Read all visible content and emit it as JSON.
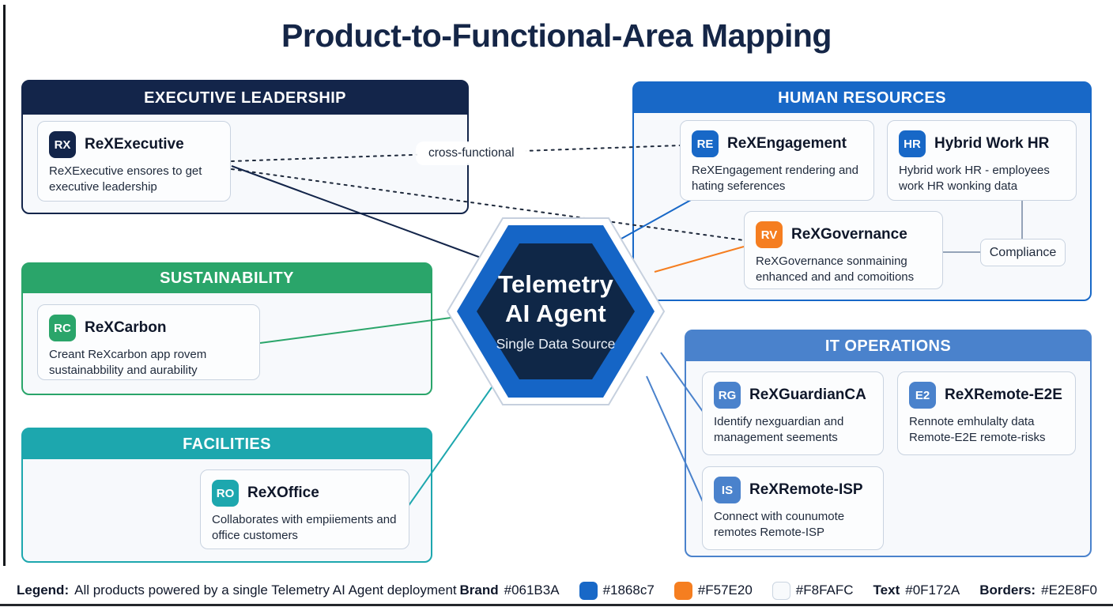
{
  "title": "Product-to-Functional-Area Mapping",
  "center_node": {
    "line1": "Telemetry",
    "line2": "AI Agent",
    "subtitle": "Single Data Source"
  },
  "connector_label": "cross-functional",
  "areas": {
    "executive": {
      "label": "EXECUTIVE LEADERSHIP",
      "color": "#13254A"
    },
    "human_resources": {
      "label": "HUMAN RESOURCES",
      "color": "#1868C7"
    },
    "sustainability": {
      "label": "SUSTAINABILITY",
      "color": "#2AA56A"
    },
    "facilities": {
      "label": "FACILITIES",
      "color": "#1DA7AE"
    },
    "it_operations": {
      "label": "IT OPERATIONS",
      "color": "#4A82CC"
    }
  },
  "products": {
    "rex_executive": {
      "badge": "RX",
      "title": "ReXExecutive",
      "description": "ReXExecutive ensores to get executive leadership"
    },
    "rex_engagement": {
      "badge": "RE",
      "title": "ReXEngagement",
      "description": "ReXEngagement rendering and hating seferences"
    },
    "hybrid_work_hr": {
      "badge": "HR",
      "title": "Hybrid Work HR",
      "description": "Hybrid work HR - employees work HR wonking data"
    },
    "rex_governance": {
      "badge": "RV",
      "title": "ReXGovernance",
      "description": "ReXGovernance sonmaining enhanced and and comoitions"
    },
    "rex_carbon": {
      "badge": "RC",
      "title": "ReXCarbon",
      "description": "Creant ReXcarbon app rovem sustainabbility and aurability"
    },
    "rex_office": {
      "badge": "RO",
      "title": "ReXOffice",
      "description": "Collaborates with empiiements and office customers"
    },
    "rex_guardian_ca": {
      "badge": "RG",
      "title": "ReXGuardianCA",
      "description": "Identify nexguardian and management seements"
    },
    "rex_remote_e2e": {
      "badge": "E2",
      "title": "ReXRemote-E2E",
      "description": "Rennote emhulalty data Remote-E2E remote-risks"
    },
    "rex_remote_isp": {
      "badge": "IS",
      "title": "ReXRemote-ISP",
      "description": "Connect with counumote remotes Remote-ISP"
    }
  },
  "compliance": {
    "label": "Compliance"
  },
  "legend": {
    "label": "Legend:",
    "text": "All products powered by a single Telemetry AI Agent deployment",
    "items": [
      {
        "name": "Brand",
        "value": "#061B3A"
      },
      {
        "swatch": "#1868c7",
        "value": "#1868c7"
      },
      {
        "swatch": "#F57E20",
        "value": "#F57E20"
      },
      {
        "swatch": "#F8FAFC",
        "value": "#F8FAFC"
      },
      {
        "name": "Text",
        "value": "#0F172A"
      },
      {
        "name": "Borders:",
        "value": "#E2E8F0"
      }
    ]
  }
}
